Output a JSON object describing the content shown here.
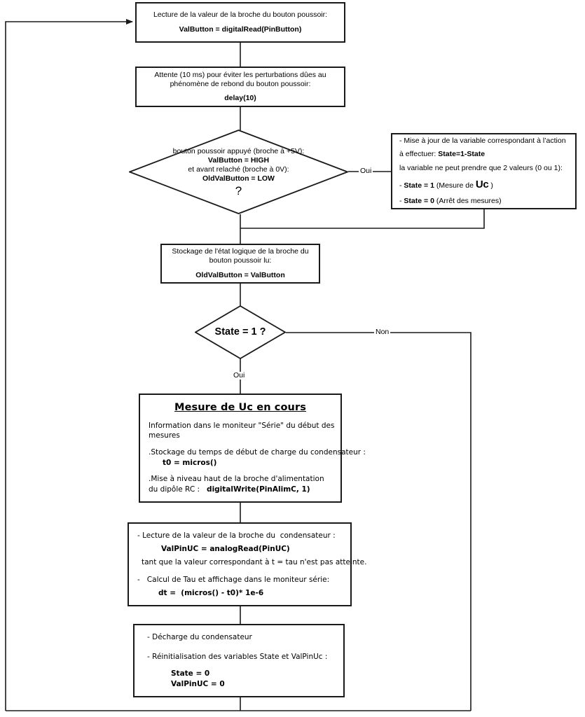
{
  "diagram": {
    "type": "flowchart",
    "title": "Organigramme mesure de Uc (Arduino)",
    "language": "fr"
  },
  "nodes": {
    "read_button": {
      "shape": "process",
      "lines": [
        {
          "text": "Lecture de la valeur de la broche du bouton poussoir:",
          "bold": false
        },
        {
          "text": "ValButton = digitalRead(PinButton)",
          "bold": true
        }
      ]
    },
    "debounce": {
      "shape": "process",
      "lines": [
        {
          "text": "Attente (10 ms) pour éviter les perturbations dûes au",
          "bold": false
        },
        {
          "text": "phénomène de rebond du bouton poussoir:",
          "bold": false
        },
        {
          "text": "delay(10)",
          "bold": true
        }
      ]
    },
    "button_test": {
      "shape": "decision",
      "lines": [
        {
          "text": "bouton poussoir appuyé (broche à +5V):",
          "bold": false
        },
        {
          "text": "ValButton = HIGH",
          "bold": true
        },
        {
          "text": "et avant relaché (broche à 0V):",
          "bold": false
        },
        {
          "text": "OldValButton = LOW",
          "bold": true
        }
      ],
      "question_mark": "?"
    },
    "state_update": {
      "shape": "process",
      "lines": [
        "- Mise à jour de la variable correspondant à l’action",
        "à effectuer: State=1-State",
        "la variable ne peut prendre que 2 valeurs (0 ou 1):",
        "- State = 1 (Mesure de Uc )",
        "- State = 0 (Arrêt des mesures)"
      ],
      "segments": {
        "line2_plain": "à effectuer: ",
        "line2_bold": "State=1-State",
        "line4_dash": "- ",
        "line4_bold": "State = 1",
        "line4_rest_a": " (Mesure de ",
        "line4_uc": "Uc",
        "line4_rest_b": " )",
        "line5_dash": "- ",
        "line5_bold": "State = 0",
        "line5_rest": " (Arrêt des mesures)"
      }
    },
    "store_state": {
      "shape": "process",
      "lines": [
        {
          "text": "Stockage de l'état logique de la broche du",
          "bold": false
        },
        {
          "text": "bouton poussoir lu:",
          "bold": false
        },
        {
          "text": "OldValButton = ValButton",
          "bold": true
        }
      ]
    },
    "state_test": {
      "shape": "decision",
      "text": "State = 1 ?"
    },
    "measure_start": {
      "shape": "process",
      "title": "Mesure de Uc en cours",
      "lines": [
        "Information dans le moniteur \"Série\" du début des",
        "mesures",
        ".Stockage du temps de début de charge du condensateur :",
        "t0 = micros()",
        ".Mise à niveau haut de la broche d'alimentation",
        "du dipôle RC :   digitalWrite(PinAlimC, 1)"
      ],
      "segments": {
        "l5_plain": "du dipôle RC :   ",
        "l5_bold": "digitalWrite(PinAlimC, 1)"
      }
    },
    "read_cap": {
      "shape": "process",
      "lines": [
        "- Lecture de la valeur de la broche du  condensateur :",
        "ValPinUC = analogRead(PinUC)",
        "tant que la valeur correspondant à t = tau n'est pas atteinte.",
        "-   Calcul de Tau et affichage dans le moniteur série:",
        "dt =  (micros() - t0)* 1e-6"
      ]
    },
    "discharge": {
      "shape": "process",
      "lines": [
        "- Décharge du condensateur",
        "- Réinitialisation des variables State et ValPinUc :",
        "State = 0",
        "ValPinUC = 0"
      ]
    }
  },
  "edge_labels": {
    "button_test_yes": "Oui",
    "state_test_no": "Non",
    "state_test_yes": "Oui"
  },
  "colors": {
    "stroke": "#1a1a1a",
    "wire": "#2b2b2b",
    "background": "#ffffff",
    "text": "#000000"
  }
}
